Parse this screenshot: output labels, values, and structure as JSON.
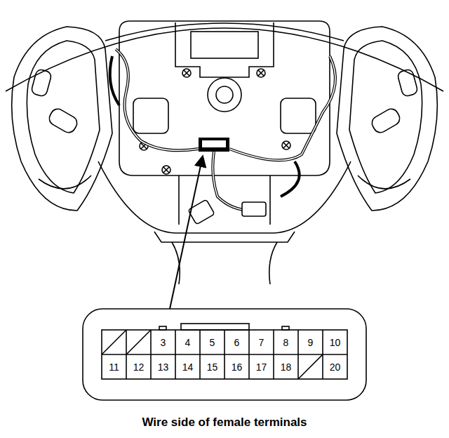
{
  "diagram": {
    "caption": "Wire side of female terminals",
    "labels": [
      "3",
      "4",
      "5",
      "6",
      "7",
      "8",
      "9",
      "10",
      "11",
      "12",
      "13",
      "14",
      "15",
      "16",
      "17",
      "18",
      "20"
    ]
  }
}
